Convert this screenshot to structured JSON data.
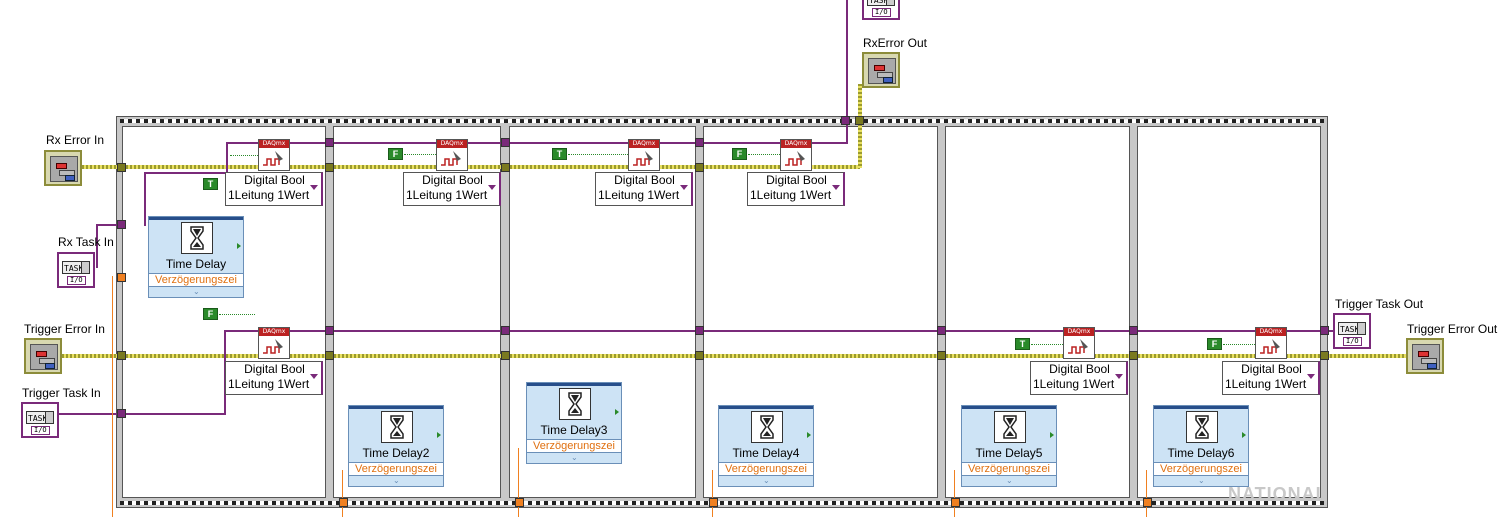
{
  "labels": {
    "rx_error_in": "Rx Error In",
    "rx_task_in": "Rx Task In",
    "trigger_error_in": "Trigger Error In",
    "trigger_task_in": "Trigger Task In",
    "rx_error_out": "RxError Out",
    "trigger_task_out": "Trigger Task Out",
    "trigger_error_out": "Trigger Error Out"
  },
  "task_terminal": {
    "text": "TASK",
    "io": "I/O"
  },
  "daqmx": {
    "header": "DAQmx",
    "poly_line1": "Digital Bool",
    "poly_line2": "1Leitung 1Wert"
  },
  "constants": {
    "true": "T",
    "false": "F"
  },
  "time_delays": [
    {
      "name": "Time Delay",
      "param": "Verzögerungszei"
    },
    {
      "name": "Time Delay2",
      "param": "Verzögerungszei"
    },
    {
      "name": "Time Delay3",
      "param": "Verzögerungszei"
    },
    {
      "name": "Time Delay4",
      "param": "Verzögerungszei"
    },
    {
      "name": "Time Delay5",
      "param": "Verzögerungszei"
    },
    {
      "name": "Time Delay6",
      "param": "Verzögerungszei"
    }
  ],
  "watermark": "NATIONAL",
  "colors": {
    "error_wire": "#c8c040",
    "task_wire": "#7a2a7a",
    "numeric_wire": "#f08020",
    "boolean": "#2a8a2a"
  }
}
